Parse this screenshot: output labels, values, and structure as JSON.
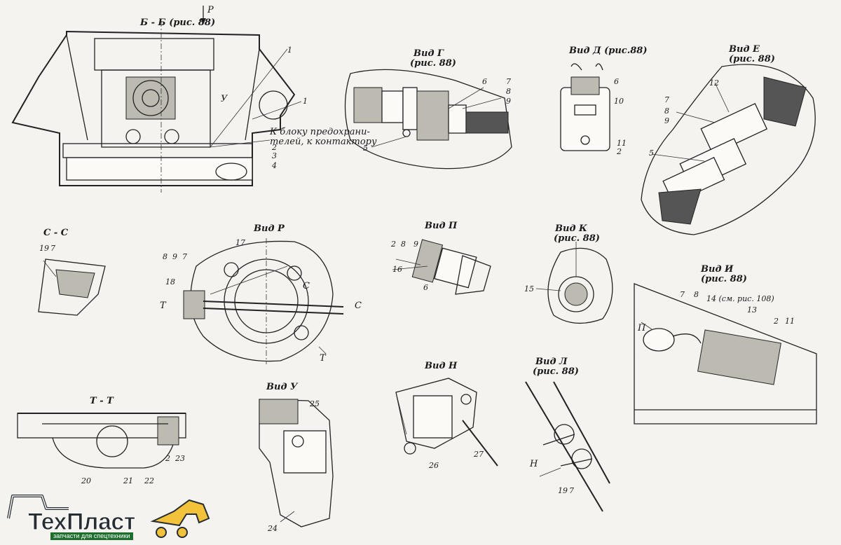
{
  "labels": {
    "section_bb": "Б - Б (рис. 88)",
    "arrow_p": "Р",
    "note_block": "К блоку предохрани-",
    "note_block2": "телей, к контактору",
    "view_g": "Вид Г",
    "view_g_ref": "(рис. 88)",
    "view_d": "Вид Д (рис.88)",
    "view_e": "Вид Е",
    "view_e_ref": "(рис. 88)",
    "section_cc": "С - С",
    "view_r": "Вид Р",
    "view_p": "Вид П",
    "view_k": "Вид К",
    "view_k_ref": "(рис. 88)",
    "view_i": "Вид И",
    "view_i_ref": "(рис. 88)",
    "section_tt": "Т - Т",
    "view_u": "Вид У",
    "view_n": "Вид Н",
    "view_l": "Вид Л",
    "view_l_ref": "(рис. 88)",
    "u_mark": "У",
    "c_mark": "С",
    "t_mark": "Т",
    "p_mark": "П",
    "n_mark": "Н",
    "ref_108": "14 (см. рис. 108)"
  },
  "callouts": {
    "n1": "1",
    "n1b": "1",
    "n2": "2",
    "n3": "3",
    "n4": "4",
    "g5": "5",
    "g6": "6",
    "g7": "7",
    "g8": "8",
    "g9": "9",
    "d6": "6",
    "d10": "10",
    "d11": "11",
    "d2": "2",
    "e12": "12",
    "e7": "7",
    "e8": "8",
    "e9": "9",
    "e5": "5",
    "c19": "19",
    "c7": "7",
    "r8": "8",
    "r9": "9",
    "r7": "7",
    "r17": "17",
    "r18": "18",
    "p2": "2",
    "p8": "8",
    "p9": "9",
    "p16": "16",
    "p6": "6",
    "k15": "15",
    "i7": "7",
    "i8": "8",
    "i13": "13",
    "i2": "2",
    "i11": "11",
    "t20": "20",
    "t21": "21",
    "t22": "22",
    "t2": "2",
    "t23": "23",
    "u25": "25",
    "u24": "24",
    "n26": "26",
    "n27": "27",
    "l19": "19",
    "l7": "7"
  },
  "logo": {
    "name": "ТехПласт",
    "tagline": "запчасти для спецтехники",
    "brand_color": "#f2c23a",
    "text_color": "#262d33",
    "accent_color": "#1e6e2e"
  }
}
